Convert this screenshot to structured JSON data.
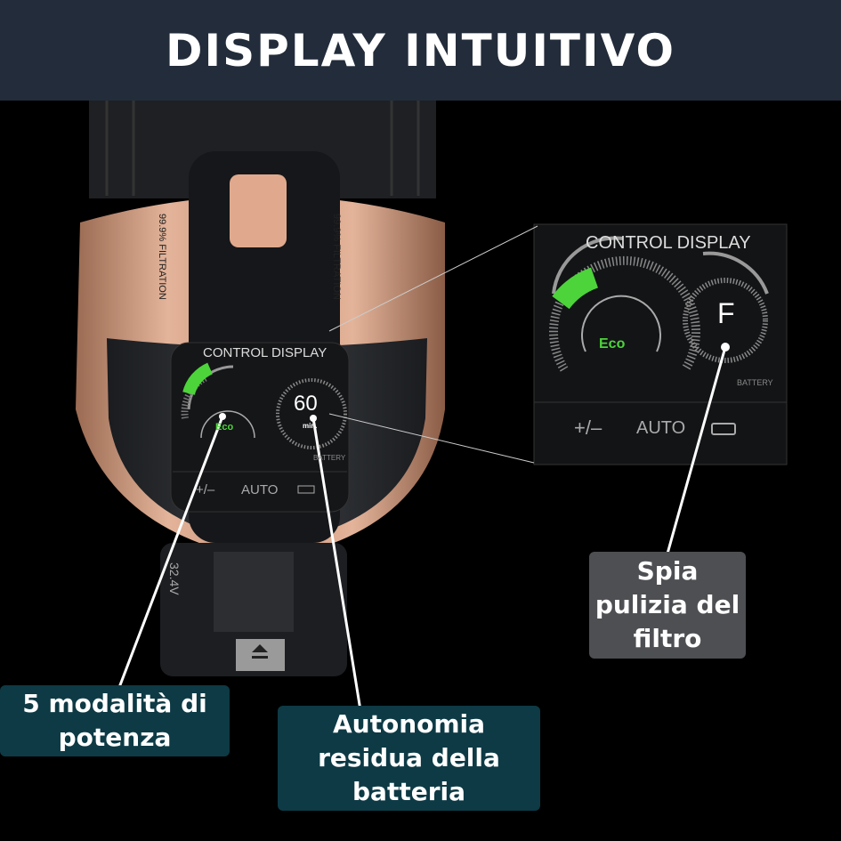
{
  "header": {
    "title": "DISPLAY INTUITIVO"
  },
  "product": {
    "filtration_label": "99.9% FILTRATION",
    "voltage_label": "32.4V",
    "eject_icon": "eject-icon"
  },
  "display_small": {
    "title": "CONTROL DISPLAY",
    "mode": "Eco",
    "runtime": "60",
    "runtime_unit": "min.",
    "battery_label": "BATTERY",
    "buttons": [
      "+/–",
      "AUTO"
    ],
    "battery_icon": "battery-icon"
  },
  "display_zoom": {
    "title": "CONTROL DISPLAY",
    "mode": "Eco",
    "filter_indicator": "F",
    "battery_label": "BATTERY",
    "buttons": [
      "+/–",
      "AUTO"
    ],
    "battery_icon": "battery-icon"
  },
  "callouts": {
    "power_modes": "5 modalità di potenza",
    "battery_runtime": "Autonomia residua della batteria",
    "filter_light": "Spia pulizia del filtro"
  },
  "colors": {
    "header": "#232c3a",
    "callout_teal": "#0d3a45",
    "callout_gray": "#4d4f52",
    "copper": "#d9a083",
    "eco_green": "#4cd43a"
  }
}
